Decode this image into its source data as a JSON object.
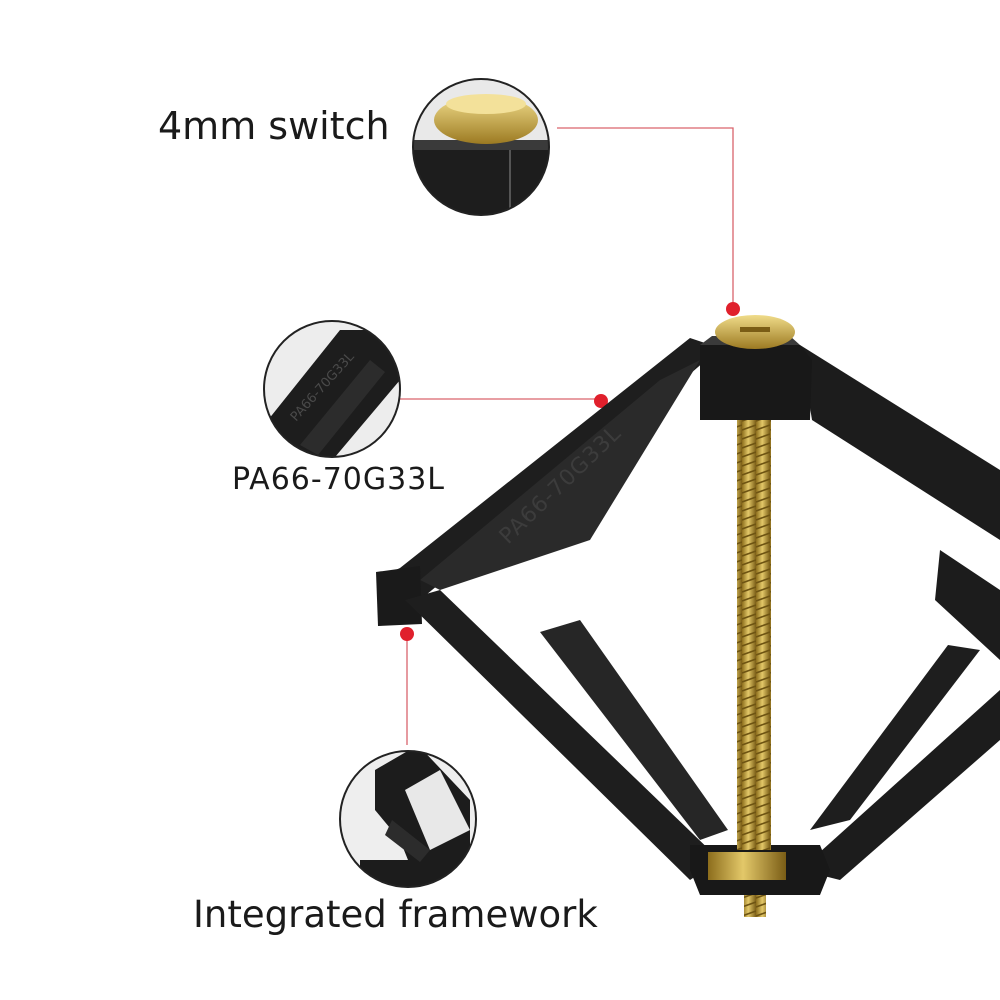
{
  "callouts": {
    "switch": {
      "label": "4mm switch"
    },
    "material": {
      "label": "PA66-70G33L"
    },
    "framework": {
      "label": "Integrated framework"
    }
  },
  "product": {
    "embossed_text": "PA66-70G33L"
  },
  "colors": {
    "frame": "#1e1e1e",
    "frame_highlight": "#3a3a3a",
    "screw_brass": "#c9a63a",
    "leader_line": "#d9646c",
    "leader_dot": "#e0202c",
    "magnifier_border": "#222222"
  }
}
